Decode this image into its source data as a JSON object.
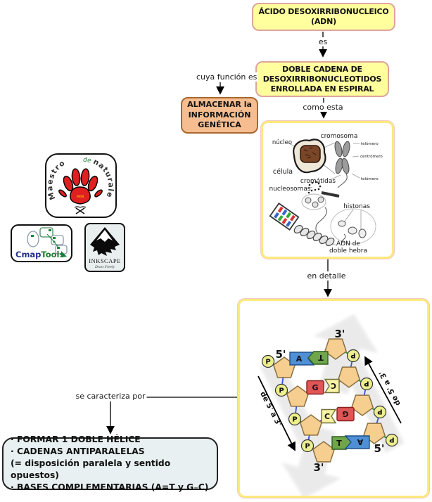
{
  "nodes": {
    "title": {
      "lines": [
        "ÁCIDO DESOXIRRIBONUCLEICO",
        "(ADN)"
      ]
    },
    "double_chain": {
      "lines": [
        "DOBLE CADENA DE",
        "DESOXIRRIBONUCLEOTIDOS",
        "ENROLLADA EN ESPIRAL"
      ]
    },
    "function": {
      "lines": [
        "ALMACENAR la",
        "INFORMACIÓN",
        "GENÉTICA"
      ]
    },
    "characteristics": {
      "lines": [
        "· FORMAR 1 DOBLE HÉLICE",
        "· CADENAS ANTIPARALELAS",
        "(= disposición paralela y sentido opuestos)",
        "· BASES COMPLEMENTARIAS (A=T y G₌C)"
      ]
    }
  },
  "links": {
    "es": "es",
    "cuya_funcion_es": "cuya función es",
    "como_esta": "como esta",
    "en_detalle": "en detalle",
    "se_caracteriza_por": "se caracteriza por"
  },
  "cell": {
    "labels": {
      "nucleo": "núcleo",
      "cromosoma": "cromosoma",
      "telomero_sup": "telómero",
      "centromero": "centrómero",
      "telomero_inf": "telómero",
      "celula": "célula",
      "cromatidas": "cromátidas",
      "nucleosomas": "nucleosomas",
      "histonas": "histonas",
      "adn_1": "ADN de",
      "adn_2": "doble hebra"
    }
  },
  "dna": {
    "labels": {
      "p": "P",
      "three_top": "3'",
      "five_left": "5'",
      "five_right": "5'",
      "three_bottom": "3'",
      "arrow_left": "de 5' a 3'",
      "arrow_right": "de 5' a 3'"
    },
    "left_bases": [
      "A",
      "G",
      "C",
      "T"
    ],
    "right_bases": [
      "T",
      "C",
      "G",
      "A"
    ],
    "base_colors": {
      "A": {
        "fill": "#4E8FD6",
        "stroke": "#1E4E8C"
      },
      "T": {
        "fill": "#6FA64C",
        "stroke": "#2F5E1E"
      },
      "G": {
        "fill": "#E05556",
        "stroke": "#8C1F1F"
      },
      "C": {
        "fill": "#F8F3A3",
        "stroke": "#6E6E3A"
      }
    },
    "part_colors": {
      "pentagon_fill": "#F6CE90",
      "pentagon_stroke": "#8A7040",
      "p_fill": "#EDEE8E",
      "p_stroke": "#333333",
      "bond_green": "#2E9E3C",
      "bond_blue": "#3A52E0",
      "bond_purple": "#8E3BB0"
    }
  },
  "logos": {
    "maestro": {
      "arc_left": "Maestro",
      "arc_top": "de",
      "arc_right": "naturales",
      "pad_text": "MdN"
    },
    "cmaptools": {
      "name_blue": "Cmap",
      "name_green": "Tools"
    },
    "inkscape": {
      "name": "INKSCAPE",
      "tagline": "Draw Freely"
    }
  }
}
